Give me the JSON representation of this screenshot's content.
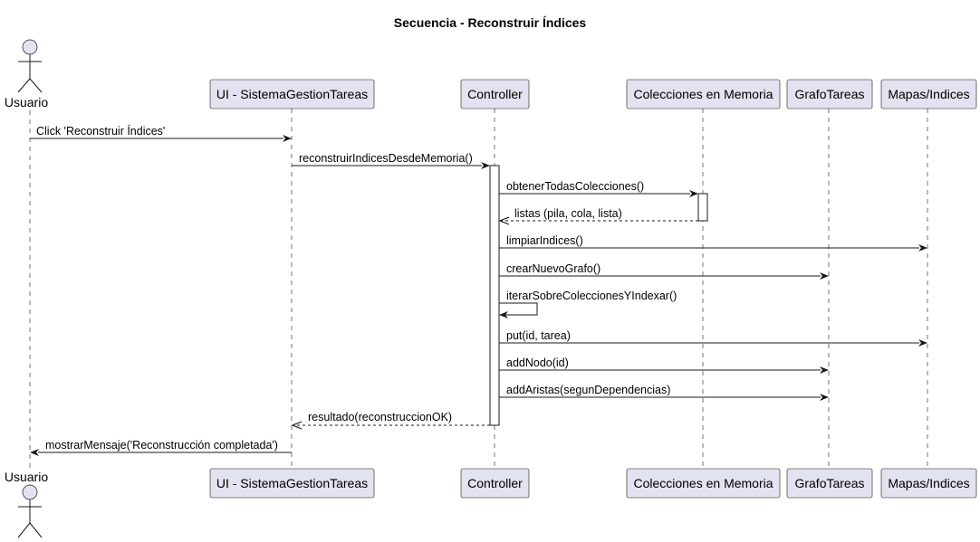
{
  "title": "Secuencia - Reconstruir Índices",
  "participants": [
    {
      "id": "usuario",
      "label": "Usuario",
      "kind": "actor"
    },
    {
      "id": "ui",
      "label": "UI - SistemaGestionTareas",
      "kind": "participant"
    },
    {
      "id": "controller",
      "label": "Controller",
      "kind": "participant"
    },
    {
      "id": "colecciones",
      "label": "Colecciones en Memoria",
      "kind": "participant"
    },
    {
      "id": "grafo",
      "label": "GrafoTareas",
      "kind": "participant"
    },
    {
      "id": "mapas",
      "label": "Mapas/Indices",
      "kind": "participant"
    }
  ],
  "messages": [
    {
      "from": "usuario",
      "to": "ui",
      "label": "Click 'Reconstruir Índices'",
      "type": "sync"
    },
    {
      "from": "ui",
      "to": "controller",
      "label": "reconstruirIndicesDesdeMemoria()",
      "type": "sync"
    },
    {
      "from": "controller",
      "to": "colecciones",
      "label": "obtenerTodasColecciones()",
      "type": "sync"
    },
    {
      "from": "colecciones",
      "to": "controller",
      "label": "listas (pila, cola, lista)",
      "type": "return"
    },
    {
      "from": "controller",
      "to": "mapas",
      "label": "limpiarIndices()",
      "type": "sync"
    },
    {
      "from": "controller",
      "to": "grafo",
      "label": "crearNuevoGrafo()",
      "type": "sync"
    },
    {
      "from": "controller",
      "to": "controller",
      "label": "iterarSobreColeccionesYIndexar()",
      "type": "self"
    },
    {
      "from": "controller",
      "to": "mapas",
      "label": "put(id, tarea)",
      "type": "sync"
    },
    {
      "from": "controller",
      "to": "grafo",
      "label": "addNodo(id)",
      "type": "sync"
    },
    {
      "from": "controller",
      "to": "grafo",
      "label": "addAristas(segunDependencias)",
      "type": "sync"
    },
    {
      "from": "controller",
      "to": "ui",
      "label": "resultado(reconstruccionOK)",
      "type": "return"
    },
    {
      "from": "ui",
      "to": "usuario",
      "label": "mostrarMensaje('Reconstrucción completada')",
      "type": "sync"
    }
  ],
  "colors": {
    "participant_fill": "#E2E2F0",
    "line": "#181818",
    "activation_fill": "#FFFFFF"
  }
}
